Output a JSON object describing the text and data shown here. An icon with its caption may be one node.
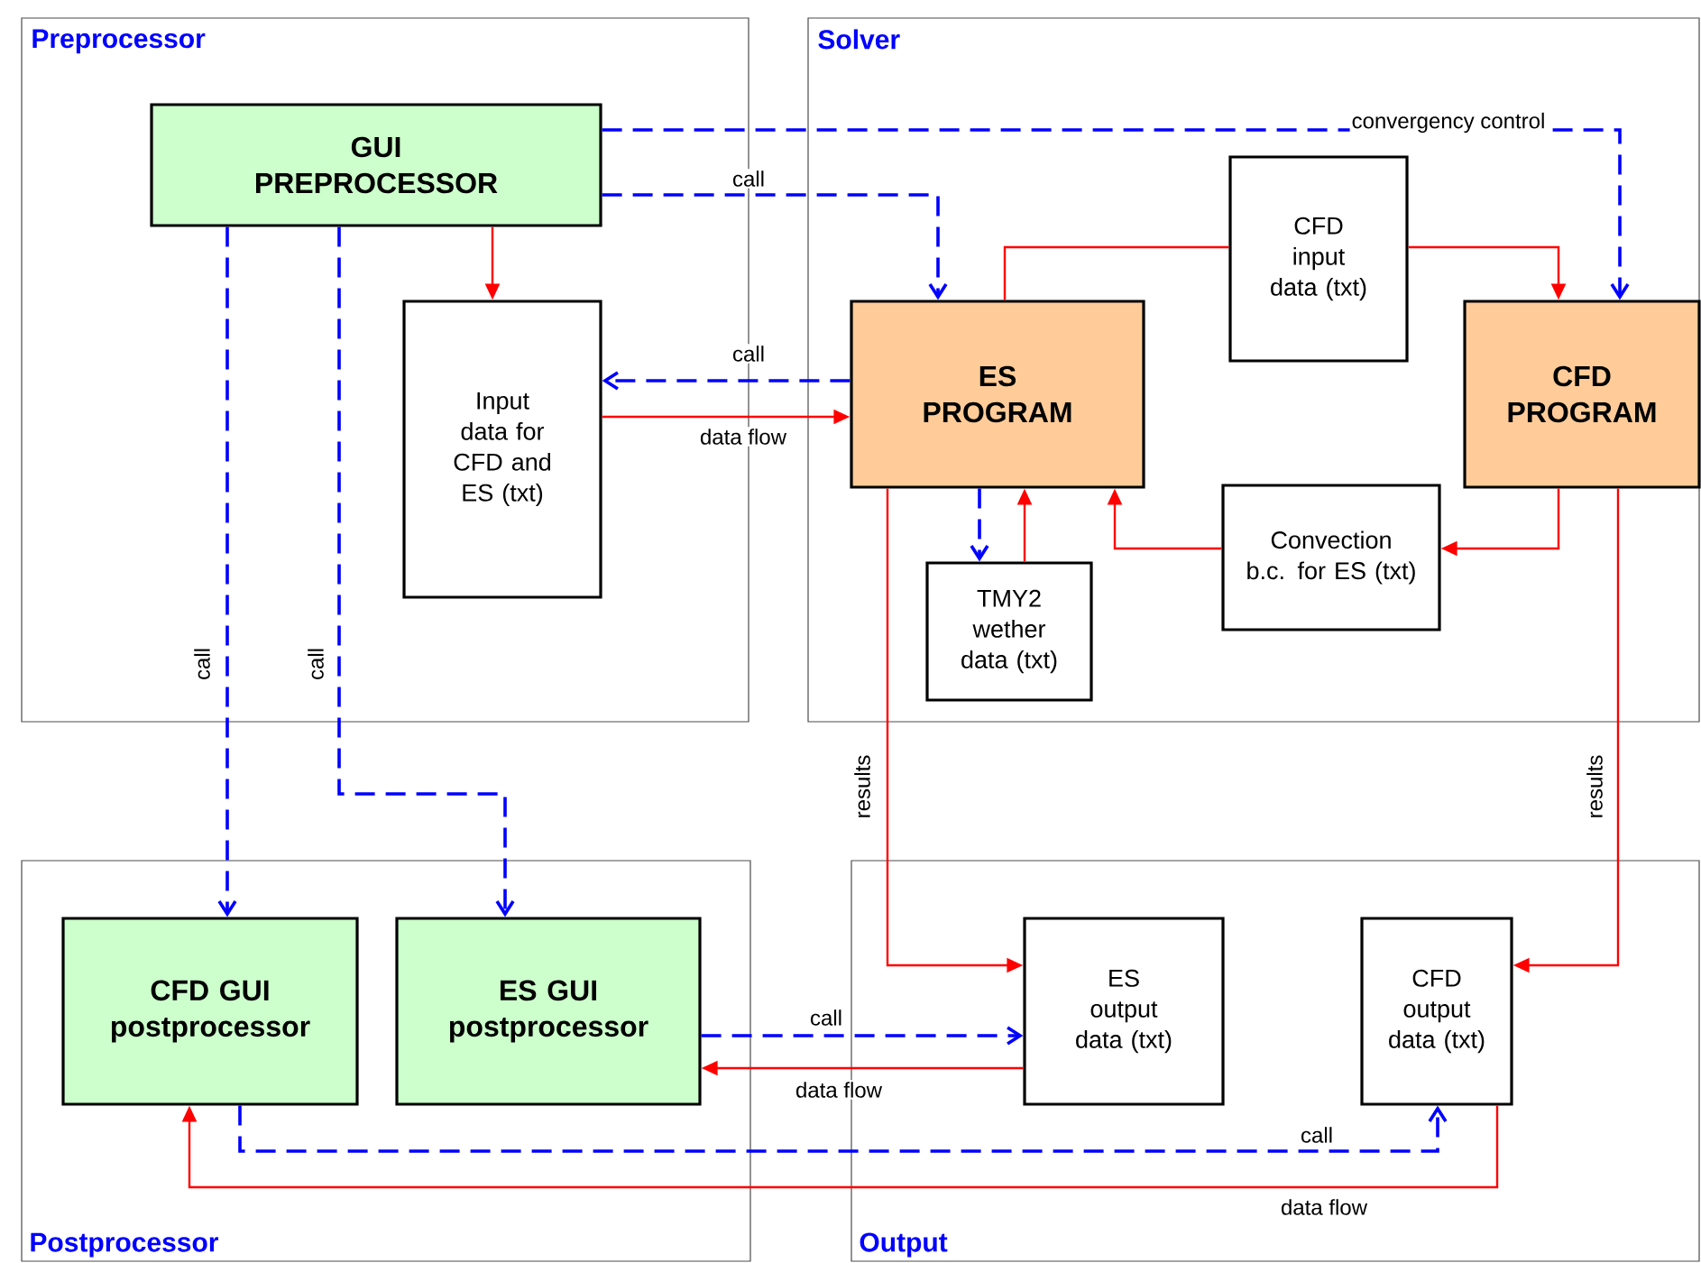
{
  "diagram": {
    "nodes": [
      {
        "text": [
          "Preprocessor"
        ]
      },
      {
        "text": [
          "GUI PREPROCESSOR"
        ],
        "in": 0
      },
      {
        "text": [
          "Input data for CFD and ES (txt)"
        ],
        "in": 0
      },
      {
        "text": [
          "Solver"
        ]
      },
      {
        "text": [
          "ES PROGRAM"
        ],
        "in": 3
      },
      {
        "text": [
          "CFD input data (txt)"
        ],
        "in": 3
      },
      {
        "text": [
          "CFD PROGRAM"
        ],
        "in": 3
      },
      {
        "text": [
          "TMY2 wether data (txt)"
        ],
        "in": 3
      },
      {
        "text": [
          "Convection b.c. for ES (txt)"
        ],
        "in": 3
      },
      {
        "text": [
          "Postprocessor"
        ]
      },
      {
        "text": [
          "CFD GUI postprocessor"
        ],
        "in": 9
      },
      {
        "text": [
          "ES GUI postprocessor"
        ],
        "in": 9
      },
      {
        "text": [
          "Output"
        ]
      },
      {
        "text": [
          "ES output data (txt)"
        ],
        "in": 12
      },
      {
        "text": [
          "CFD output data (txt)"
        ],
        "in": 12
      }
    ],
    "edges": [
      {
        "from": 1,
        "to": 6,
        "arrow": "to",
        "label": "convergency control",
        "style": "dashed",
        "color": "#0000ff"
      },
      {
        "from": 1,
        "to": 4,
        "arrow": "to",
        "label": "call",
        "style": "dashed",
        "color": "#0000ff"
      },
      {
        "from": 1,
        "to": 2,
        "arrow": "to"
      },
      {
        "from": 4,
        "to": 2,
        "arrow": "to",
        "label": "call",
        "style": "dashed",
        "color": "#0000ff"
      },
      {
        "from": 2,
        "to": 4,
        "arrow": "to",
        "label": "data flow"
      },
      {
        "from": 5,
        "to": 4,
        "arrow": "none"
      },
      {
        "from": 5,
        "to": 6,
        "arrow": "to"
      },
      {
        "from": 4,
        "to": 7,
        "arrow": "to",
        "style": "dashed",
        "color": "#0000ff"
      },
      {
        "from": 7,
        "to": 4,
        "arrow": "to"
      },
      {
        "from": 6,
        "to": 8,
        "arrow": "to"
      },
      {
        "from": 8,
        "to": 4,
        "arrow": "to"
      },
      {
        "from": 1,
        "to": 10,
        "arrow": "to",
        "label": "call",
        "style": "dashed",
        "color": "#0000ff"
      },
      {
        "from": 1,
        "to": 11,
        "arrow": "to",
        "label": "call",
        "style": "dashed",
        "color": "#0000ff"
      },
      {
        "from": 4,
        "to": 13,
        "arrow": "to",
        "label": "results"
      },
      {
        "from": 6,
        "to": 14,
        "arrow": "to",
        "label": "results"
      },
      {
        "from": 11,
        "to": 13,
        "arrow": "to",
        "label": "call",
        "style": "dashed",
        "color": "#0000ff"
      },
      {
        "from": 13,
        "to": 11,
        "arrow": "to",
        "label": "data flow"
      },
      {
        "from": 10,
        "to": 14,
        "arrow": "to",
        "label": "call",
        "style": "dashed",
        "color": "#0000ff"
      },
      {
        "from": 14,
        "to": 10,
        "arrow": "to",
        "label": "data flow"
      }
    ]
  }
}
